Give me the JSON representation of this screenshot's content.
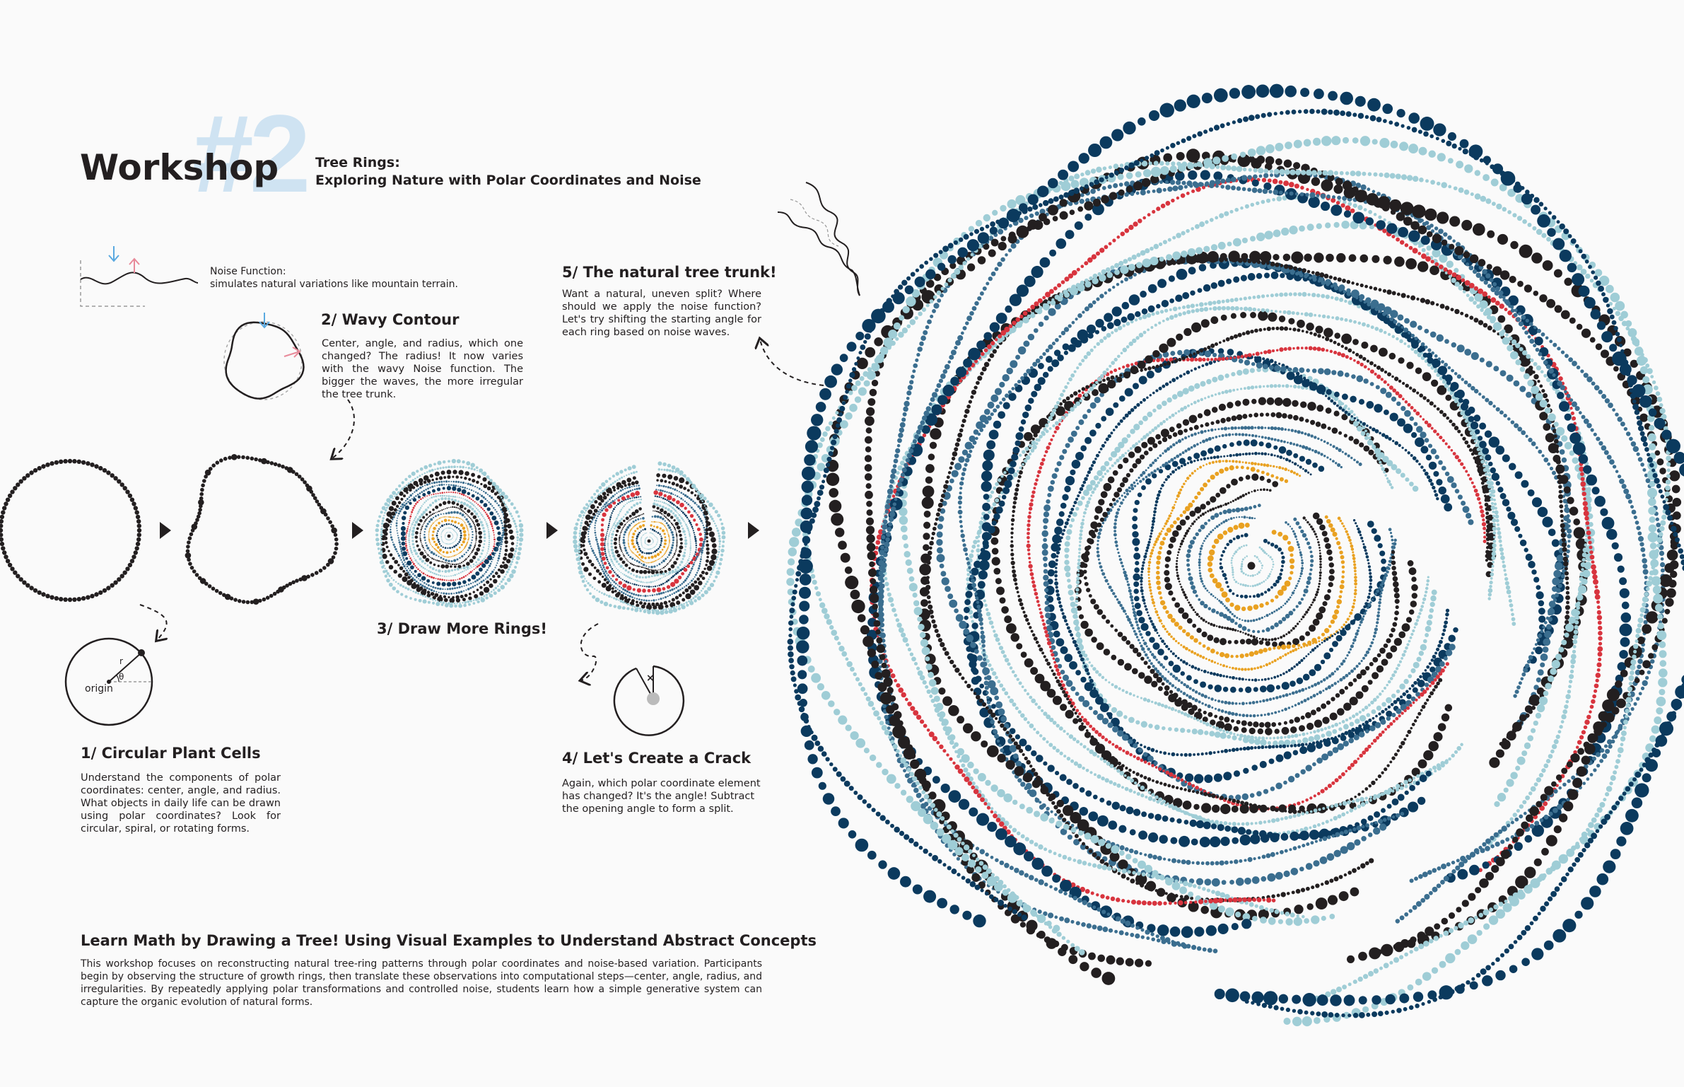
{
  "header": {
    "number": "#2",
    "title": "Workshop",
    "subtitle_line1": "Tree Rings:",
    "subtitle_line2": "Exploring Nature with Polar Coordinates and Noise"
  },
  "noise": {
    "label_line1": "Noise Function:",
    "label_line2": "simulates natural variations like mountain terrain."
  },
  "step1": {
    "heading": "1/ Circular Plant Cells",
    "body": "Understand the components of polar coordinates: center, angle, and radius. What objects in daily life can be drawn using polar coordinates? Look for circular, spiral, or rotating forms.",
    "diagram": {
      "r": "r",
      "theta": "θ",
      "origin": "origin"
    }
  },
  "step2": {
    "heading": "2/ Wavy Contour",
    "body": "Center, angle, and radius, which one changed? The radius! It now varies with the wavy Noise function. The bigger the waves, the more irregular the tree trunk."
  },
  "step3": {
    "heading": "3/ Draw More Rings!"
  },
  "step4": {
    "heading": "4/ Let's Create a Crack",
    "body": "Again, which polar coordinate element has changed? It's the angle! Subtract the opening angle to form a split.",
    "mark": "×"
  },
  "step5": {
    "heading": "5/ The natural tree trunk!",
    "body": "Want a natural, uneven split? Where should we apply the noise function? Let's try shifting the starting angle for each ring based on noise waves."
  },
  "footer": {
    "heading": "Learn Math by Drawing a Tree! Using Visual Examples to Understand Abstract Concepts",
    "body": "This workshop focuses on reconstructing natural tree-ring patterns through polar coordinates and noise-based variation. Participants begin by observing the structure of growth rings, then translate these observations into computational steps—center, angle, radius, and irregularities. By repeatedly applying polar transformations and controlled noise, students learn how a simple generative system can capture the organic evolution of natural forms."
  },
  "colors": {
    "black": "#231f20",
    "navy": "#0b3a5e",
    "steel": "#3b6e8f",
    "aqua": "#9fcdd6",
    "lightblue": "#b9dcea",
    "red": "#d8343e",
    "orange": "#e9a121",
    "noise_down_arrow": "#5aa9e0",
    "noise_up_arrow": "#e88a9a",
    "hash_color": "#cfe3f2"
  }
}
